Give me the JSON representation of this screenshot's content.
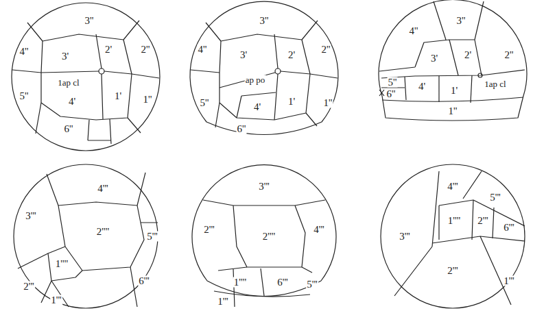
{
  "diagram": {
    "labels": [
      "3''",
      "4''",
      "3'",
      "2'",
      "2''",
      "1ap cl",
      "4'",
      "1'",
      "5''",
      "1''",
      "6''",
      "3''",
      "4''",
      "3'",
      "2'",
      "2''",
      "ap po",
      "5''",
      "4'",
      "1'",
      "1''",
      "6''",
      "4''",
      "3''",
      "3'",
      "2'",
      "2''",
      "5''",
      "6''",
      "4'",
      "1ap cl",
      "1'",
      "1''",
      "4'''",
      "3'''",
      "2''''",
      "5'''",
      "1''''",
      "2'''",
      "1'''",
      "6'''",
      "3'''",
      "2'''",
      "4'''",
      "2''''",
      "1''''",
      "6'''",
      "1'''",
      "5'''",
      "4'''",
      "5'''",
      "3'''",
      "1''''",
      "2'''",
      "6'''",
      "2'''",
      "1'''"
    ]
  }
}
